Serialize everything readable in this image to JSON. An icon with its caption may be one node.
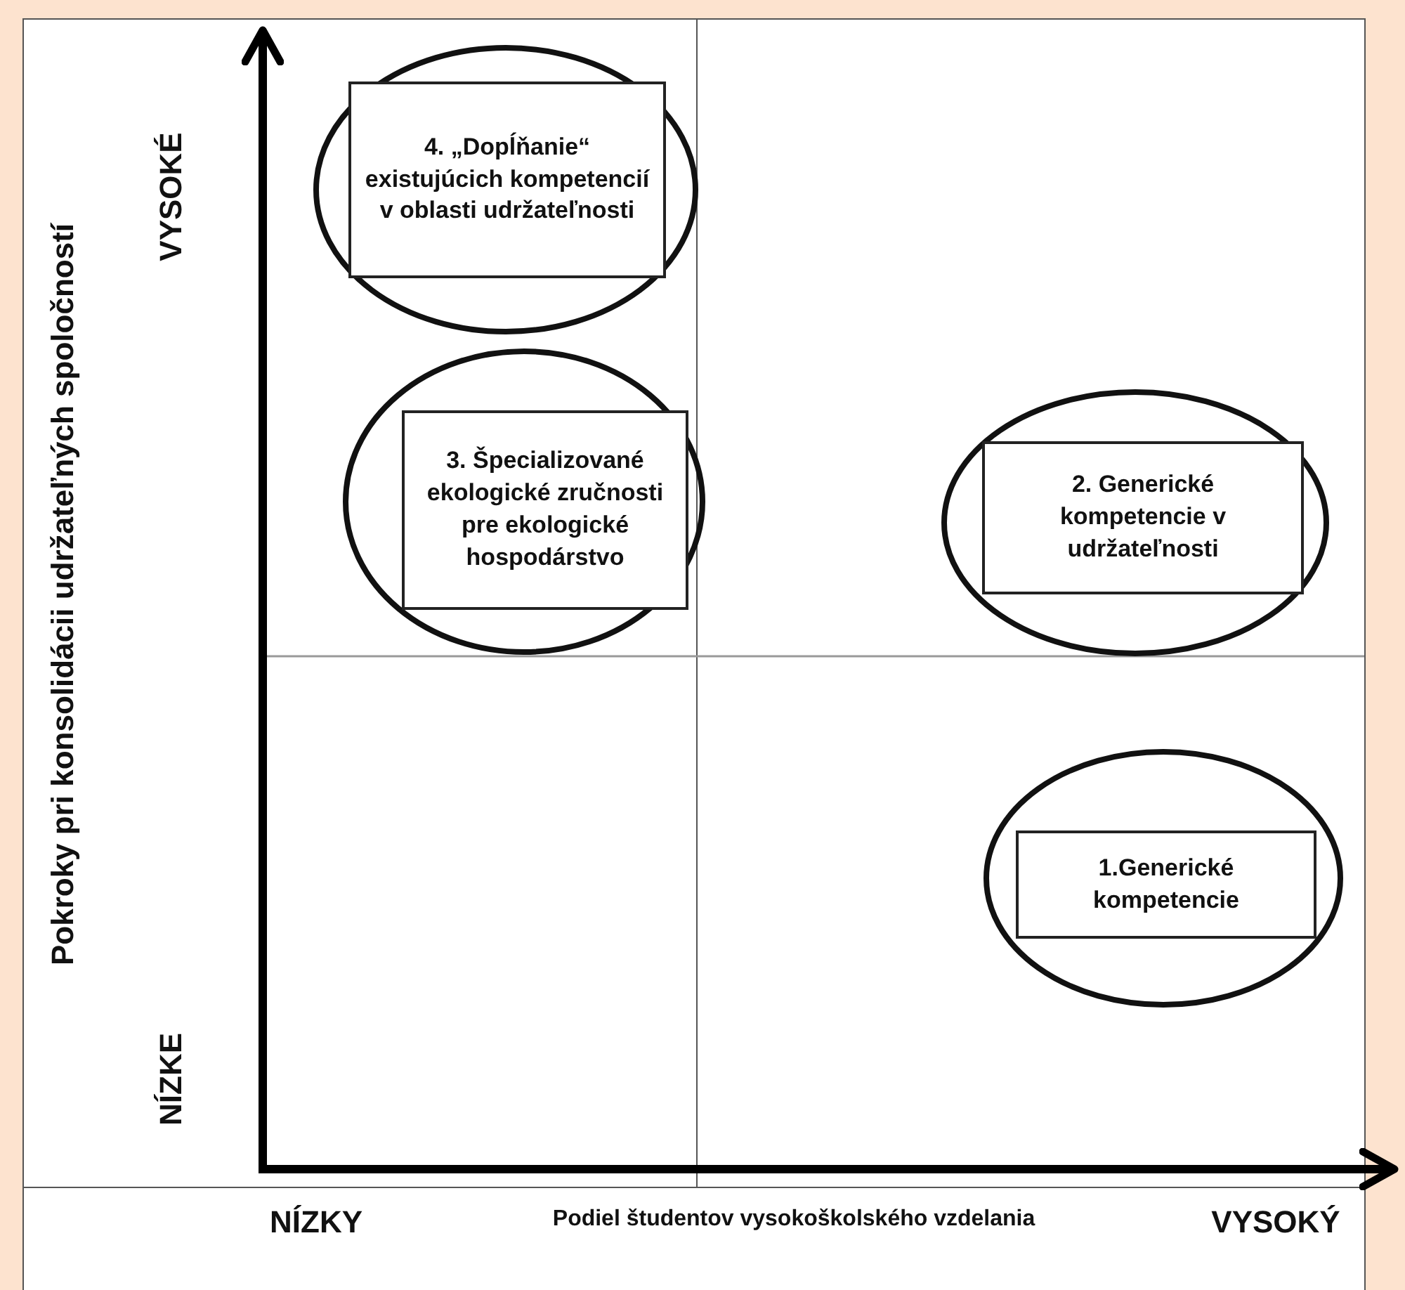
{
  "diagram": {
    "nodes": [
      {
        "text": [
          "4. „Dopĺňanie“ existujúcich kompetencií v oblasti udržateľnosti"
        ]
      },
      {
        "text": [
          "3. Špecializované ekologické zručnosti pre ekologické hospodárstvo"
        ]
      },
      {
        "text": [
          "2. Generické kompetencie v udržateľnosti"
        ]
      },
      {
        "text": [
          "1.Generické kompetencie"
        ]
      }
    ],
    "labels": [
      "Pokroky pri konsolidácii udržateľných spoločností",
      "VYSOKÉ",
      "NÍZKE",
      "NÍZKY",
      "Podiel študentov vysokoškolského vzdelania",
      "VYSOKÝ"
    ]
  }
}
